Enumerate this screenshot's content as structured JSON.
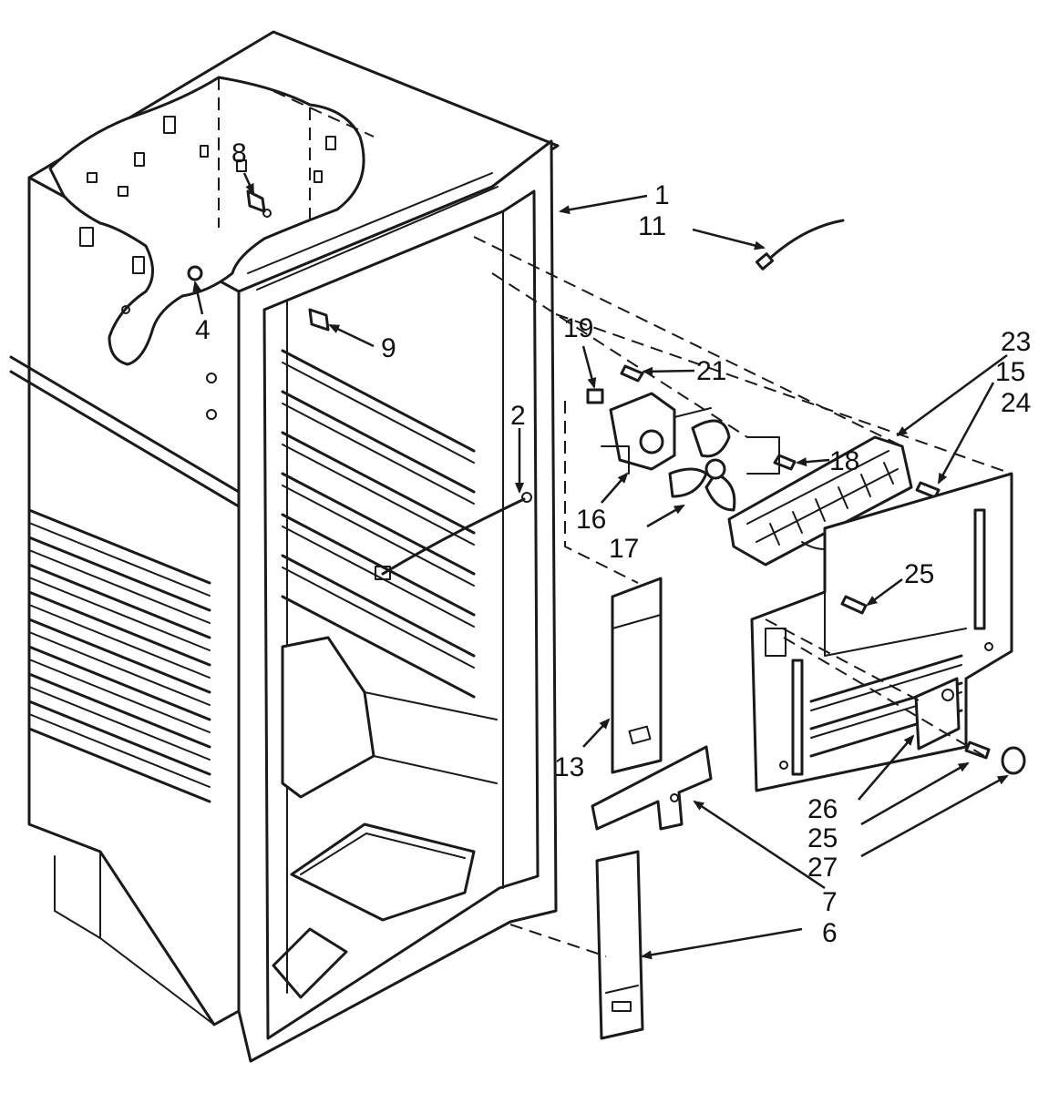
{
  "diagram": {
    "type": "exploded-parts-diagram",
    "colors": {
      "line": "#1a1a1a",
      "background": "#ffffff"
    },
    "labels": {
      "p1": "1",
      "p2": "2",
      "p4": "4",
      "p6": "6",
      "p7": "7",
      "p8": "8",
      "p9": "9",
      "p11": "11",
      "p13": "13",
      "p15": "15",
      "p16": "16",
      "p17": "17",
      "p18": "18",
      "p19": "19",
      "p21": "21",
      "p23": "23",
      "p24": "24",
      "p25a": "25",
      "p25b": "25",
      "p26": "26",
      "p27": "27"
    }
  }
}
